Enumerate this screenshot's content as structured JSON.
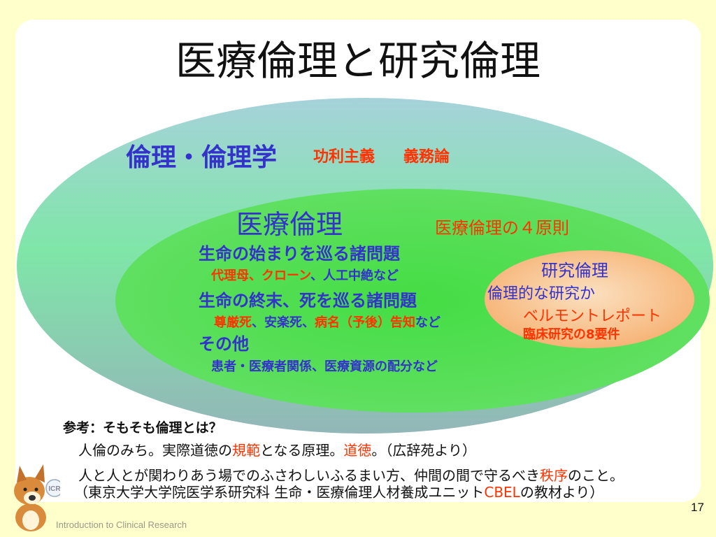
{
  "title": "医療倫理と研究倫理",
  "outer": {
    "heading": "倫理・倫理学",
    "theories": [
      "功利主義",
      "義務論"
    ]
  },
  "medical": {
    "heading": "医療倫理",
    "principles": "医療倫理の４原則",
    "items": [
      {
        "label": "生命の始まりを巡る諸問題",
        "sub": [
          {
            "text": "代理母、",
            "red": true
          },
          {
            "text": "クローン",
            "red": true
          },
          {
            "text": "、人工中絶など",
            "red": false
          }
        ]
      },
      {
        "label": "生命の終末、死を巡る諸問題",
        "sub": [
          {
            "text": "尊厳死",
            "red": true
          },
          {
            "text": "、安楽死、",
            "red": false
          },
          {
            "text": "病名（予後）告知",
            "red": true
          },
          {
            "text": "など",
            "red": false
          }
        ]
      },
      {
        "label": "その他",
        "sub": [
          {
            "text": "患者・医療者関係、医療資源の配分など",
            "red": false
          }
        ]
      }
    ]
  },
  "research": {
    "heading": "研究倫理",
    "question": "倫理的な研究か",
    "belmont": "ベルモントレポート",
    "requirements": "臨床研究の8要件"
  },
  "reference": {
    "heading": "参考：そもそも倫理とは？",
    "line1": [
      {
        "text": "人倫のみち。実際道徳の",
        "red": false
      },
      {
        "text": "規範",
        "red": true
      },
      {
        "text": "となる原理。",
        "red": false
      },
      {
        "text": "道徳",
        "red": true
      },
      {
        "text": "。（広辞苑より）",
        "red": false
      }
    ],
    "line2": [
      {
        "text": "人と人とが関わりあう場でのふさわしいふるまい方、仲間の間で守るべき",
        "red": false
      },
      {
        "text": "秩序",
        "red": true
      },
      {
        "text": "のこと。",
        "red": false
      }
    ],
    "line3": [
      {
        "text": "（東京大学大学院医学系研究科 生命・医療倫理人材養成ユニット",
        "red": false
      },
      {
        "text": "CBEL",
        "red": true
      },
      {
        "text": "の教材より）",
        "red": false
      }
    ]
  },
  "footer": {
    "course": "Introduction to Clinical Research",
    "page_number": "17",
    "mascot_badge": "ICR"
  }
}
